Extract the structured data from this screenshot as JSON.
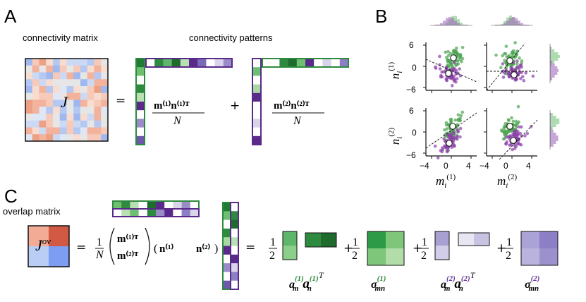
{
  "panels": {
    "a": "A",
    "b": "B",
    "c": "C"
  },
  "labels": {
    "connectivity_matrix": "connectivity matrix",
    "connectivity_patterns": "connectivity patterns",
    "overlap_matrix": "overlap matrix",
    "J": "J",
    "Jov_base": "J",
    "Jov_sup": "ov"
  },
  "ticks": {
    "y": [
      "6",
      "0",
      "−6"
    ],
    "x": [
      "−4",
      "0",
      "4"
    ]
  },
  "axes": {
    "n1": "n",
    "n2": "n",
    "m1": "m",
    "m2": "m",
    "sub": "i",
    "sup1": "(1)",
    "sup2": "(2)"
  },
  "math": {
    "term1_num": "m⁽¹⁾n⁽¹⁾ᵀ",
    "term2_num": "m⁽²⁾n⁽²⁾ᵀ",
    "N": "N",
    "plus": "+",
    "equals": "=",
    "one": "1",
    "two": "2",
    "overlap_row1": "m⁽¹⁾ᵀ",
    "overlap_row2": "m⁽²⁾ᵀ",
    "n1_vec": "n⁽¹⁾",
    "n2_vec": "n⁽²⁾",
    "am1_an1": "a",
    "sigma": "σ"
  },
  "colors": {
    "green_dark": "#1f7a33",
    "green_mid": "#5fb56b",
    "green_light": "#b9e0b4",
    "purple_dark": "#5a2a8a",
    "purple_mid": "#9a8cc6",
    "purple_light": "#d9d4ea",
    "red": "#d25a45",
    "blue": "#7d9df2"
  }
}
